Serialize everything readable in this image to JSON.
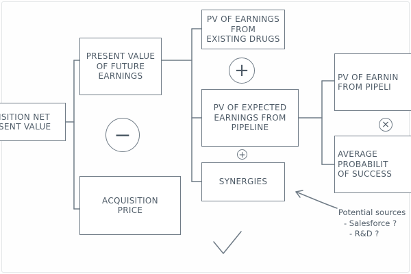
{
  "boxes": {
    "acquisition_npv": "ISITION NET\nSENT VALUE",
    "pv_future_earnings": "PRESENT VALUE\nOF FUTURE\nEARNINGS",
    "acquisition_price": "ACQUISITION\nPRICE",
    "pv_existing_drugs": "PV OF EARNINGS\nFROM\nEXISTING DRUGS",
    "pv_expected_pipeline": "PV OF EXPECTED\nEARNINGS FROM\nPIPELINE",
    "synergies": "SYNERGIES",
    "pv_earnings_pipeline": "PV OF EARNIN\nFROM PIPELI",
    "avg_probability": "AVERAGE\nPROBABILIT\nOF SUCCESS"
  },
  "operators": {
    "minus": "−",
    "plus_large": "+",
    "plus_small": "+",
    "times": "×"
  },
  "note": {
    "title": "Potential sources",
    "item1": "- Salesforce ?",
    "item2": "- R&D ?"
  },
  "colors": {
    "ink": "#6f7b86",
    "text": "#4e5b67"
  }
}
